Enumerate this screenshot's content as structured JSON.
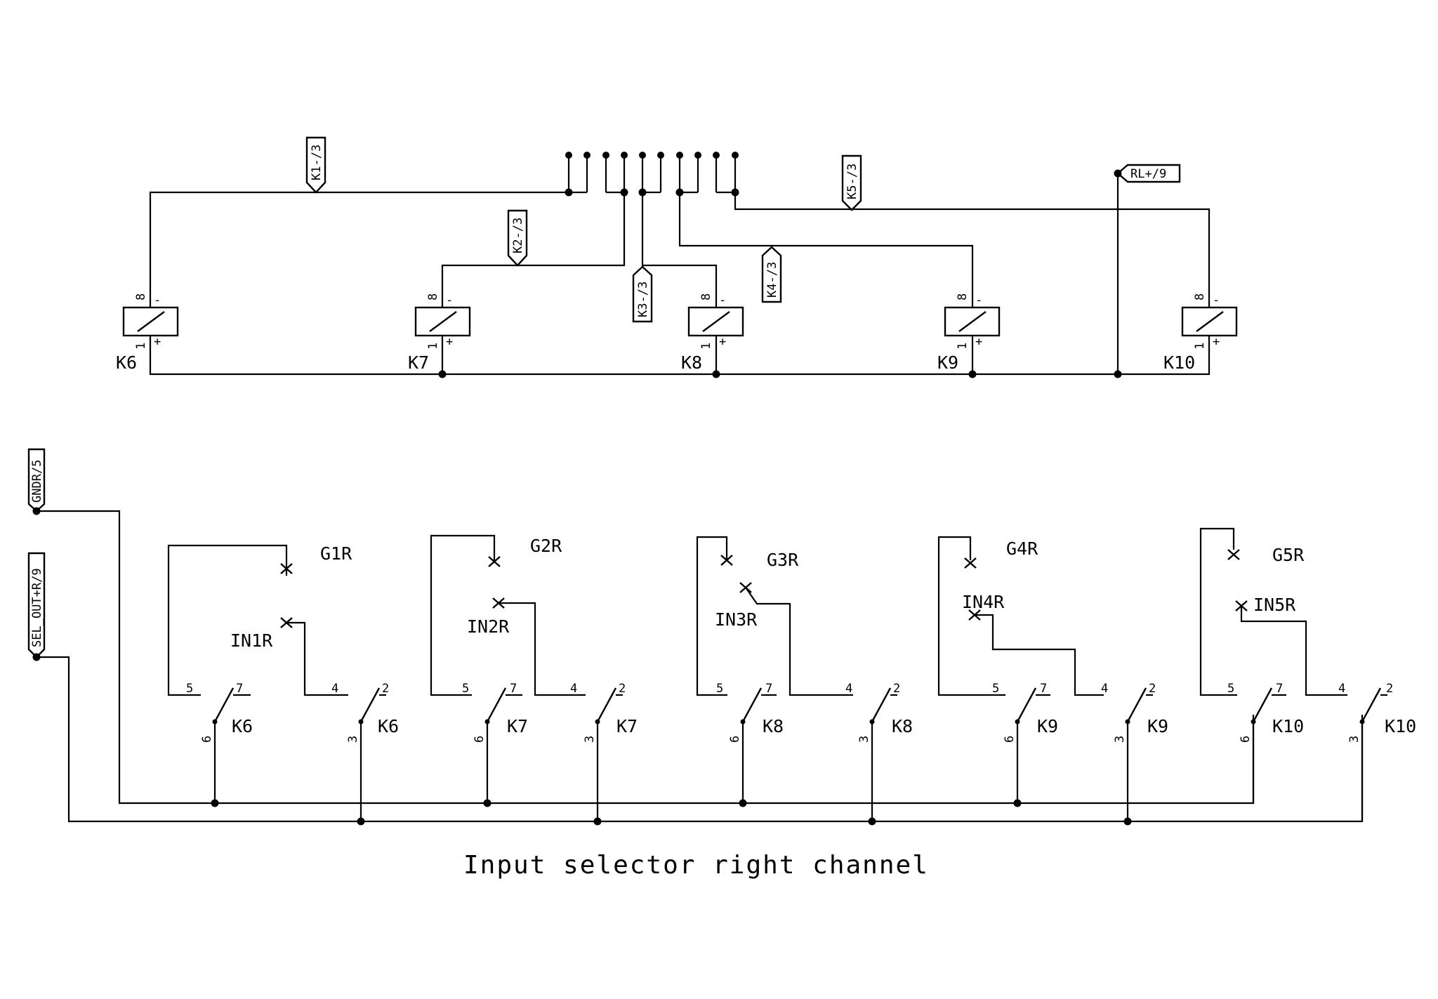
{
  "title": "Input selector right channel",
  "net_labels": {
    "k1": "K1-/3",
    "k2": "K2-/3",
    "k3": "K3-/3",
    "k4": "K4-/3",
    "k5": "K5-/3",
    "rl": "RL+/9",
    "gnd": "GNDR/5",
    "sel": "SEL_OUT+R/9"
  },
  "relays": [
    {
      "name": "K6",
      "pin_top": "8",
      "pin_bottom": "1",
      "sign_top": "-",
      "sign_bottom": "+"
    },
    {
      "name": "K7",
      "pin_top": "8",
      "pin_bottom": "1",
      "sign_top": "-",
      "sign_bottom": "+"
    },
    {
      "name": "K8",
      "pin_top": "8",
      "pin_bottom": "1",
      "sign_top": "-",
      "sign_bottom": "+"
    },
    {
      "name": "K9",
      "pin_top": "8",
      "pin_bottom": "1",
      "sign_top": "-",
      "sign_bottom": "+"
    },
    {
      "name": "K10",
      "pin_top": "8",
      "pin_bottom": "1",
      "sign_top": "-",
      "sign_bottom": "+"
    }
  ],
  "channels": [
    {
      "ground": "G1R",
      "input": "IN1R",
      "relay": "K6"
    },
    {
      "ground": "G2R",
      "input": "IN2R",
      "relay": "K7"
    },
    {
      "ground": "G3R",
      "input": "IN3R",
      "relay": "K8"
    },
    {
      "ground": "G4R",
      "input": "IN4R",
      "relay": "K9"
    },
    {
      "ground": "G5R",
      "input": "IN5R",
      "relay": "K10"
    }
  ],
  "contact_pins": {
    "a_nc": "5",
    "a_no": "7",
    "a_com": "6",
    "b_nc": "4",
    "b_no": "2",
    "b_com": "3"
  }
}
